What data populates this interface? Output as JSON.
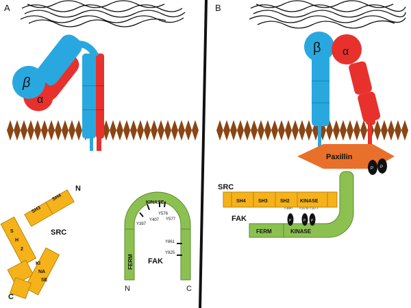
{
  "panels": {
    "a": {
      "label": "A",
      "integrin": {
        "beta": "β",
        "alpha": "α"
      },
      "src": {
        "name": "SRC",
        "n_term": "N",
        "c_term": "C",
        "domains": {
          "sh4": "SH4",
          "sh3": "SH3",
          "sh2_s": "S",
          "sh2_h": "H",
          "sh2_2": "2",
          "kin_1": "KI",
          "kin_2": "NA",
          "kin_3": "SE"
        }
      },
      "fak": {
        "name": "FAK",
        "n_term": "N",
        "c_term": "C",
        "domains": {
          "kinase": "KINASE",
          "ferm": "FERM"
        },
        "sites": {
          "y397": "Y397",
          "y407": "Y407",
          "y576": "Y576",
          "y577": "Y577",
          "y861": "Y861",
          "y925": "Y925"
        }
      }
    },
    "b": {
      "label": "B",
      "integrin": {
        "beta": "β",
        "alpha": "α"
      },
      "paxillin": "Paxillin",
      "phospho": "P",
      "src": {
        "name": "SRC",
        "domains": {
          "sh4": "SH4",
          "sh3": "SH3",
          "sh2": "SH2",
          "kinase": "KINASE"
        }
      },
      "fak": {
        "name": "FAK",
        "domains": {
          "ferm": "FERM",
          "kinase": "KINASE"
        },
        "sites": {
          "y397": "Y397",
          "y576": "Y576",
          "y577": "Y577"
        }
      }
    }
  },
  "colors": {
    "beta": "#29a8e0",
    "alpha": "#e8312d",
    "membrane": "#8b4513",
    "src": "#f5b21a",
    "fak": "#8cc152",
    "paxillin": "#e9702a",
    "phospho": "#111111"
  }
}
